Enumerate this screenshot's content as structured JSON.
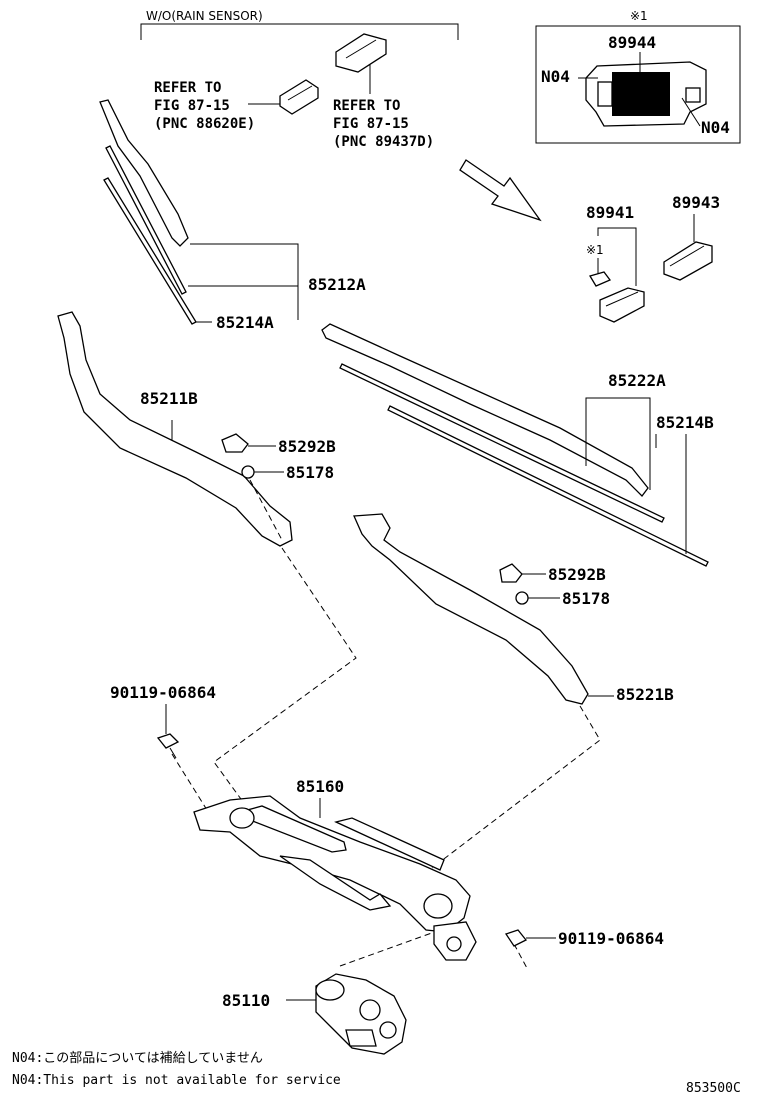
{
  "header": {
    "variant_label": "W/O(RAIN SENSOR)"
  },
  "inset": {
    "mark_top": "※1",
    "part_number": "89944",
    "left_note": "N04",
    "right_note": "N04"
  },
  "references": {
    "ref1": [
      "REFER TO",
      "FIG 87-15",
      "(PNC 88620E)"
    ],
    "ref2": [
      "REFER TO",
      "FIG 87-15",
      "(PNC 89437D)"
    ]
  },
  "parts": {
    "p89941": "89941",
    "p89943": "89943",
    "mark1": "※1",
    "p85212A": "85212A",
    "p85214A": "85214A",
    "p85211B": "85211B",
    "p85292B_left": "85292B",
    "p85178_left": "85178",
    "p85222A": "85222A",
    "p85214B": "85214B",
    "p85292B_right": "85292B",
    "p85178_right": "85178",
    "p85221B": "85221B",
    "p90119_top": "90119-06864",
    "p85160": "85160",
    "p90119_bottom": "90119-06864",
    "p85110": "85110"
  },
  "footer": {
    "note_ja": "N04:この部品については補給していません",
    "note_en": "N04:This part is not available for service",
    "diagram_id": "853500C"
  }
}
